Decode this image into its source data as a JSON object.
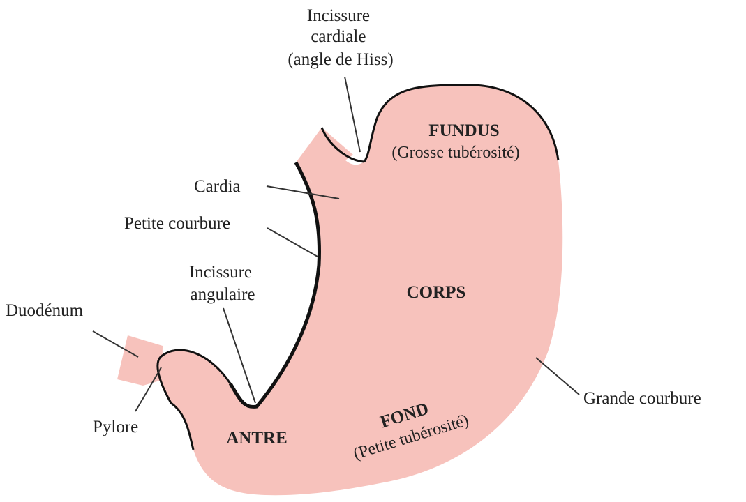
{
  "colors": {
    "organ_fill": "#f7c2bc",
    "organ_stroke": "#111111",
    "text": "#222222"
  },
  "labels": {
    "incisure_cardiale": [
      "Incissure",
      "cardiale",
      "(angle de Hiss)"
    ],
    "fundus": "FUNDUS",
    "fundus_sub": "(Grosse tubérosité)",
    "cardia": "Cardia",
    "petite_courbure": "Petite courbure",
    "incisure_angulaire": [
      "Incissure",
      "angulaire"
    ],
    "corps": "CORPS",
    "duodenum": "Duodénum",
    "pylore": "Pylore",
    "antre": "ANTRE",
    "fond": "FOND",
    "fond_sub": "(Petite tubérosité)",
    "grande_courbure": "Grande courbure"
  }
}
